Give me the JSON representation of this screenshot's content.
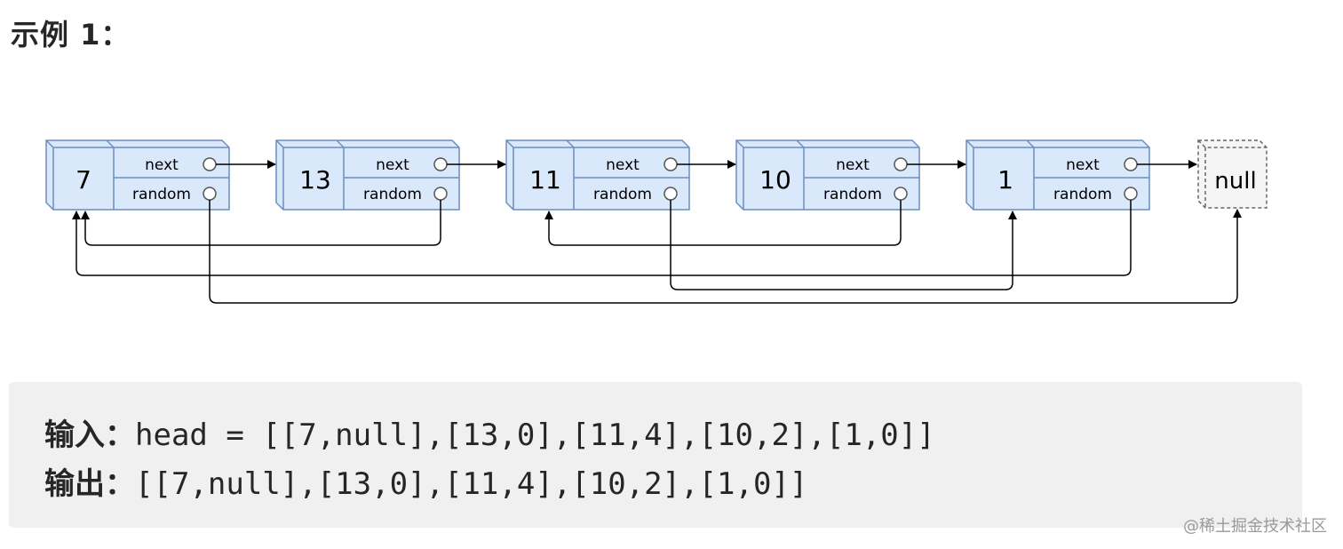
{
  "title": "示例 1：",
  "diagram": {
    "nodes": [
      {
        "value": "7",
        "next_label": "next",
        "random_label": "random"
      },
      {
        "value": "13",
        "next_label": "next",
        "random_label": "random"
      },
      {
        "value": "11",
        "next_label": "next",
        "random_label": "random"
      },
      {
        "value": "10",
        "next_label": "next",
        "random_label": "random"
      },
      {
        "value": "1",
        "next_label": "next",
        "random_label": "random"
      }
    ],
    "null_label": "null",
    "random_targets": [
      "null",
      0,
      4,
      2,
      0
    ]
  },
  "example": {
    "input_label": "输入：",
    "input_value": "head = [[7,null],[13,0],[11,4],[10,2],[1,0]]",
    "output_label": "输出：",
    "output_value": "[[7,null],[13,0],[11,4],[10,2],[1,0]]"
  },
  "colors": {
    "node_fill": "#dae8fc",
    "node_stroke": "#6c8ebf",
    "null_fill": "#f5f5f5",
    "null_stroke": "#666666",
    "code_bg": "#f0f0f0"
  },
  "watermark": "@稀土掘金技术社区"
}
